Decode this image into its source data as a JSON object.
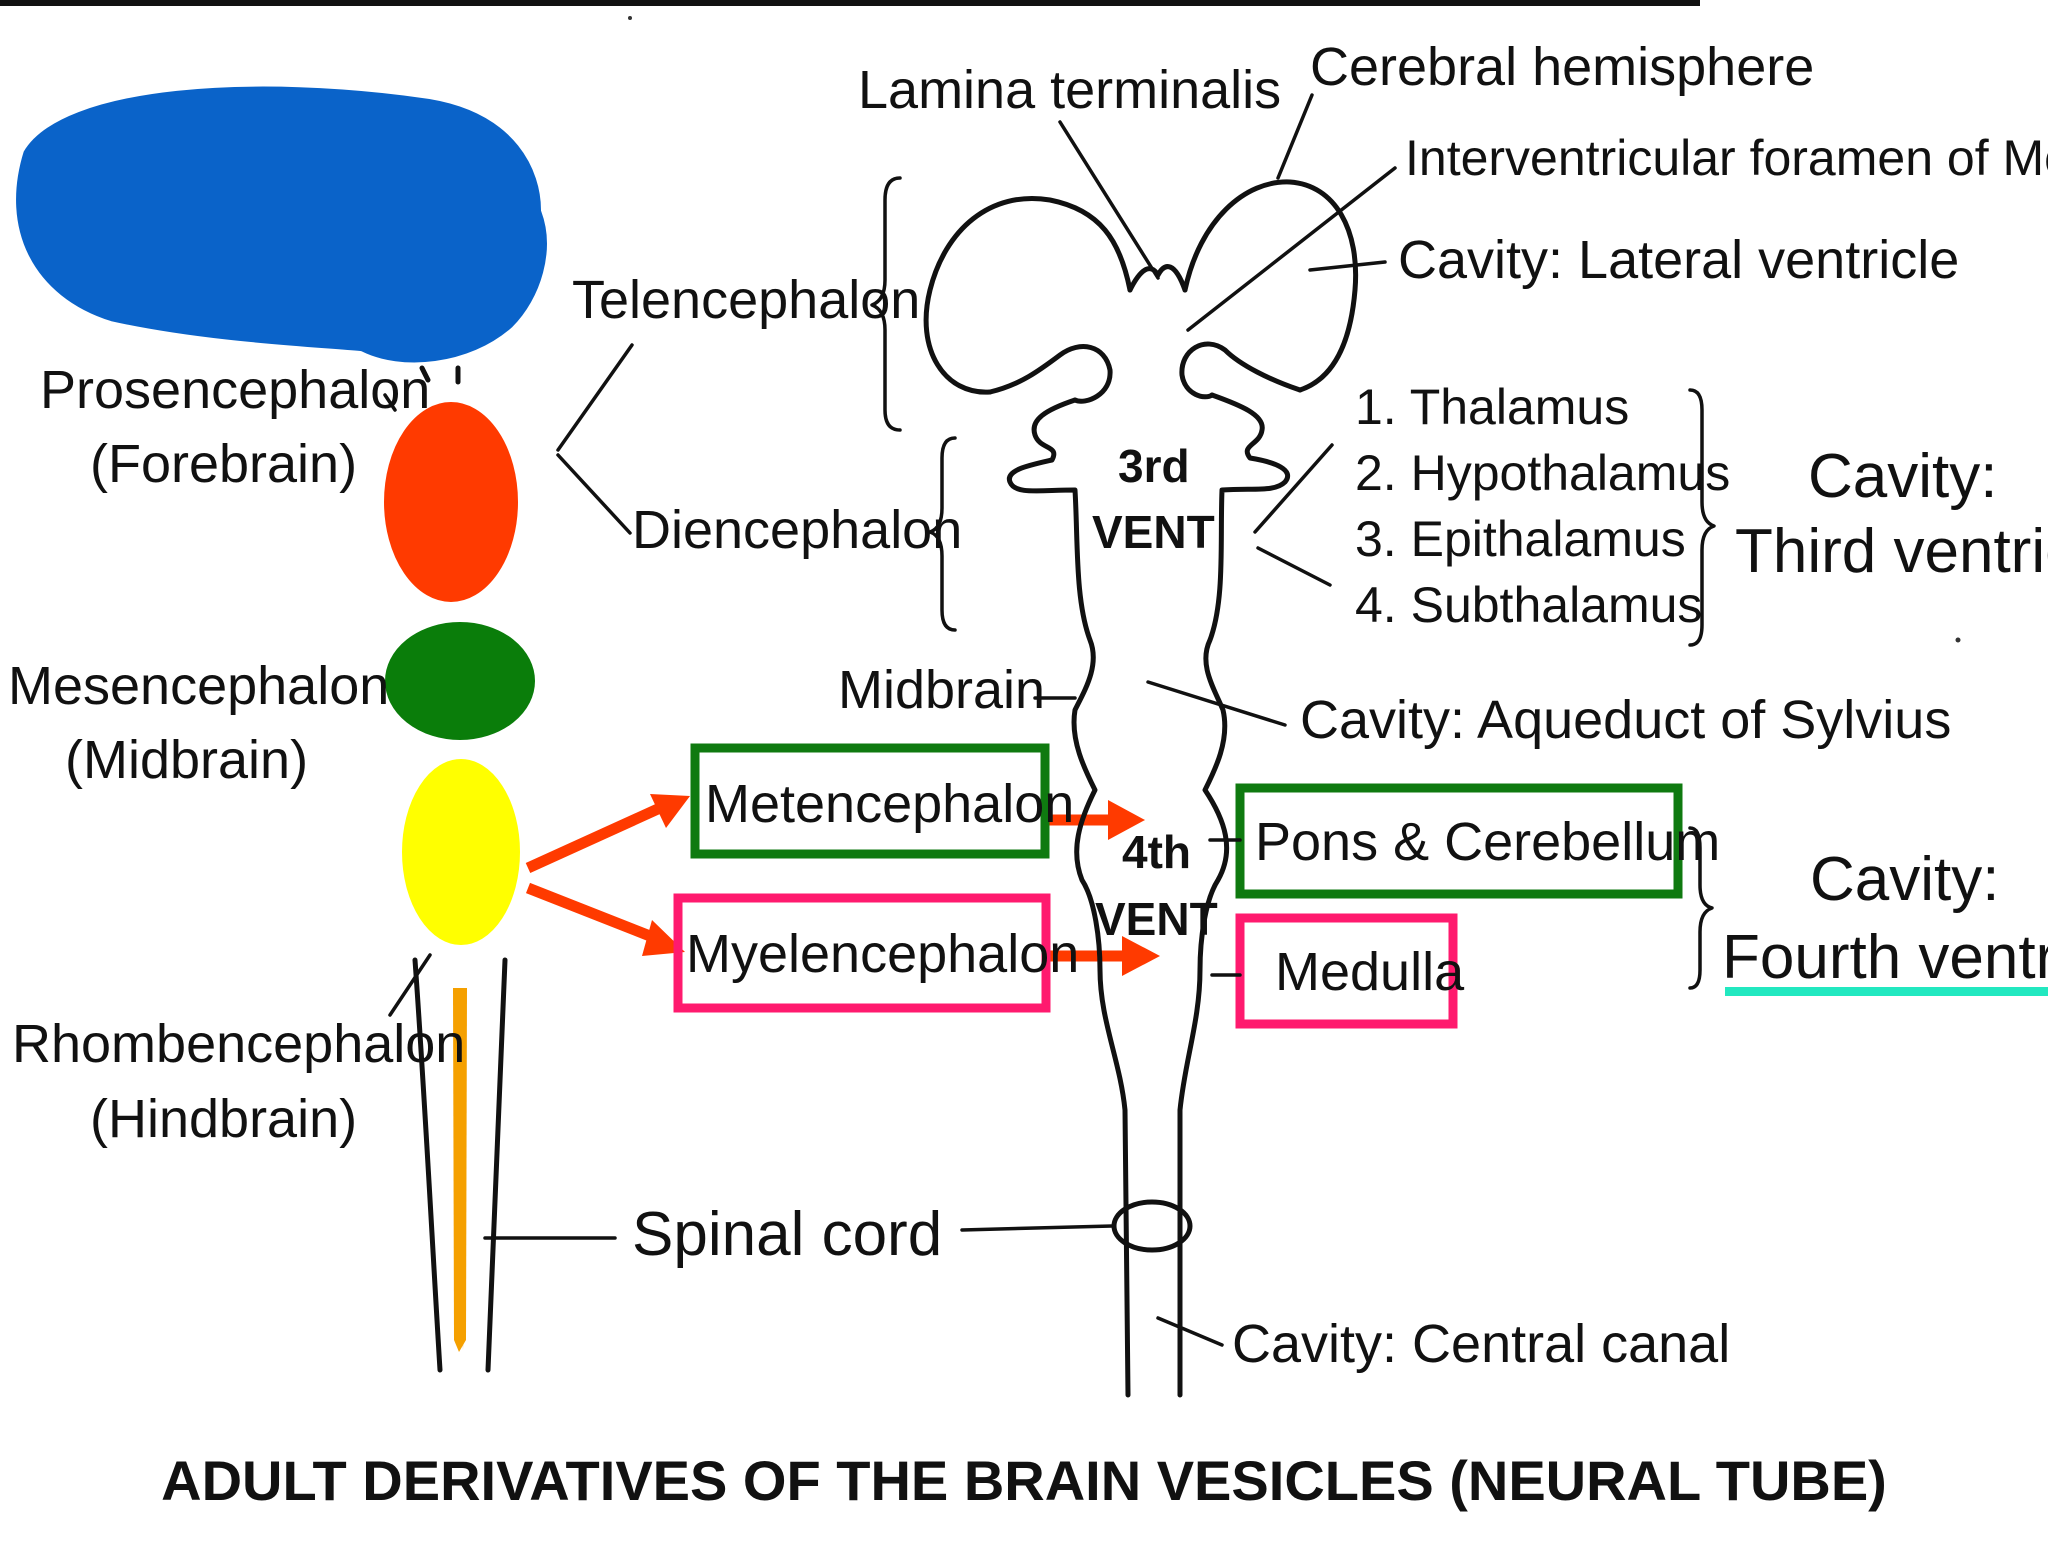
{
  "title": "ADULT DERIVATIVES OF THE BRAIN VESICLES (NEURAL TUBE)",
  "colors": {
    "forebrain_cap": "#0a63c9",
    "prosencephalon": "#ff3a00",
    "mesencephalon": "#0a7d0a",
    "rhombencephalon": "#ffff00",
    "spinal_cord": "#f5a000",
    "green_box": "#0f7a10",
    "pink_box": "#ff1a6e",
    "arrow": "#ff3a00",
    "underline": "#22e8c0"
  },
  "primary_vesicles": {
    "prosencephalon": {
      "name": "Prosencephalon",
      "common": "(Forebrain)"
    },
    "mesencephalon": {
      "name": "Mesencephalon",
      "common": "(Midbrain)"
    },
    "rhombencephalon": {
      "name": "Rhombencephalon",
      "common": "(Hindbrain)"
    },
    "spinal_cord": "Spinal cord"
  },
  "secondary_vesicles": {
    "telencephalon": "Telencephalon",
    "diencephalon": "Diencephalon",
    "midbrain": "Midbrain",
    "metencephalon": "Metencephalon",
    "myelencephalon": "Myelencephalon"
  },
  "ventricles": {
    "third_line1": "3rd",
    "third_line2": "VENT",
    "fourth_line1": "4th",
    "fourth_line2": "VENT"
  },
  "derivatives": {
    "lamina_terminalis": "Lamina terminalis",
    "cerebral_hemisphere": "Cerebral hemisphere",
    "foramen_monro": "Interventricular foramen of Monro",
    "lateral_ventricle": "Cavity: Lateral ventricle",
    "thalamus_list": [
      "1. Thalamus",
      "2. Hypothalamus",
      "3. Epithalamus",
      "4. Subthalamus"
    ],
    "third_cavity_line1": "Cavity:",
    "third_cavity_line2": "Third ventricle",
    "aqueduct": "Cavity: Aqueduct of Sylvius",
    "pons_cerebellum": "Pons & Cerebellum",
    "medulla": "Medulla",
    "fourth_cavity_line1": "Cavity:",
    "fourth_cavity_line2": "Fourth ventricle",
    "central_canal": "Cavity: Central canal"
  }
}
